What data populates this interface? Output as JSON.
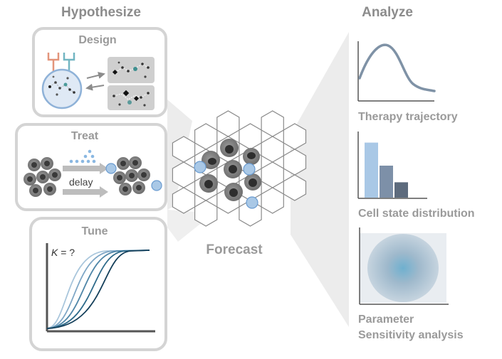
{
  "header_left": "Hypothesize",
  "header_right": "Analyze",
  "design": {
    "title": "Design"
  },
  "treat": {
    "title": "Treat",
    "delay_label": "delay"
  },
  "tune": {
    "title": "Tune",
    "k_var": "K",
    "k_rest": " = ?"
  },
  "center": {
    "label": "Forecast"
  },
  "analyze": {
    "therapy": "Therapy trajectory",
    "cellstate": "Cell state distribution",
    "param_line1": "Parameter",
    "param_line2": "Sensitivity analysis"
  },
  "chart_data": {
    "type": "bar",
    "categories": [
      "",
      "",
      ""
    ],
    "values": [
      86,
      50,
      24
    ],
    "ylim": [
      0,
      100
    ]
  },
  "colors": {
    "header": "#8c8c8c",
    "box_border": "#d4d4d4",
    "light_blue": "#a9c8e6",
    "slate": "#7d90a8",
    "dark_slate": "#5d6b7d",
    "curve": "#7f92a6"
  }
}
